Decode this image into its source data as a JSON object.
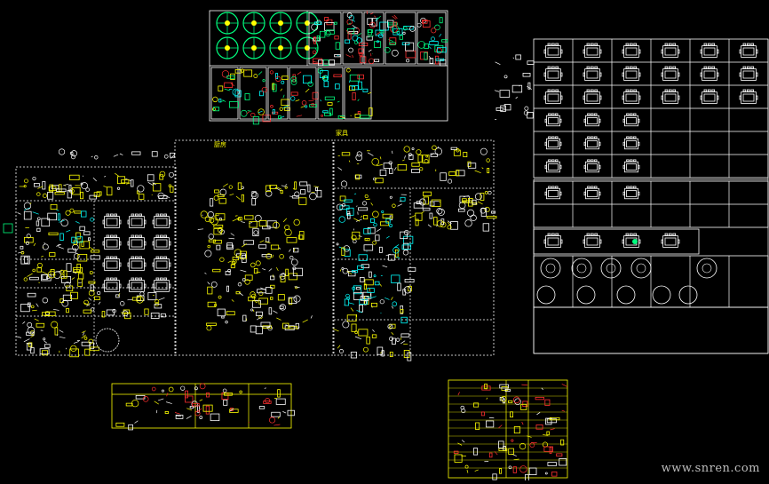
{
  "viewport": {
    "background": "#000000",
    "line_color": "#ffffff",
    "accent_yellow": "#ffff00",
    "accent_green": "#00ff7f",
    "accent_cyan": "#00ffff",
    "accent_red": "#ff3030"
  },
  "labels": {
    "center_sheet_tag": "厨房",
    "right_sheet_tag": "家具"
  },
  "watermark": "www.snren.com"
}
